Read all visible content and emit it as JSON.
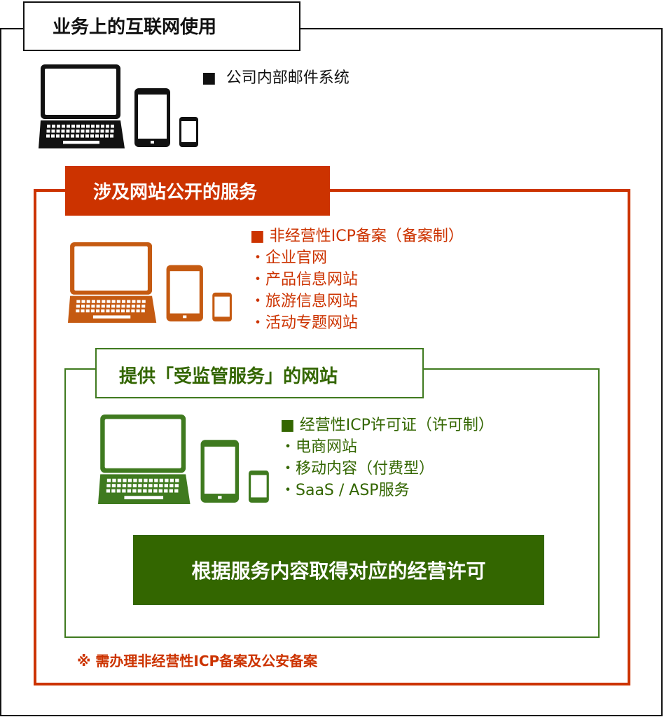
{
  "title": "业务上的互联网使用",
  "internal": {
    "bullet": "■",
    "item": "公司内部邮件系统"
  },
  "public_services": {
    "header": "涉及网站公开的服务",
    "heading": "■  非经营性ICP备案（备案制）",
    "items": [
      "・企业官网",
      "・产品信息网站",
      "・旅游信息网站",
      "・活动专题网站"
    ]
  },
  "regulated": {
    "header": "提供「受监管服务」的网站",
    "heading": "■  经营性ICP许可证（许可制）",
    "items": [
      "・电商网站",
      "・移动内容（付费型）",
      "・SaaS / ASP服务"
    ],
    "callout": "根据服务内容取得对应的经营许可"
  },
  "note": "※ 需办理非经营性ICP备案及公安备案",
  "colors": {
    "black": "#111111",
    "red": "#cc3300",
    "orange": "#c55a11",
    "green": "#3f7a1f",
    "dark_green": "#336600"
  }
}
